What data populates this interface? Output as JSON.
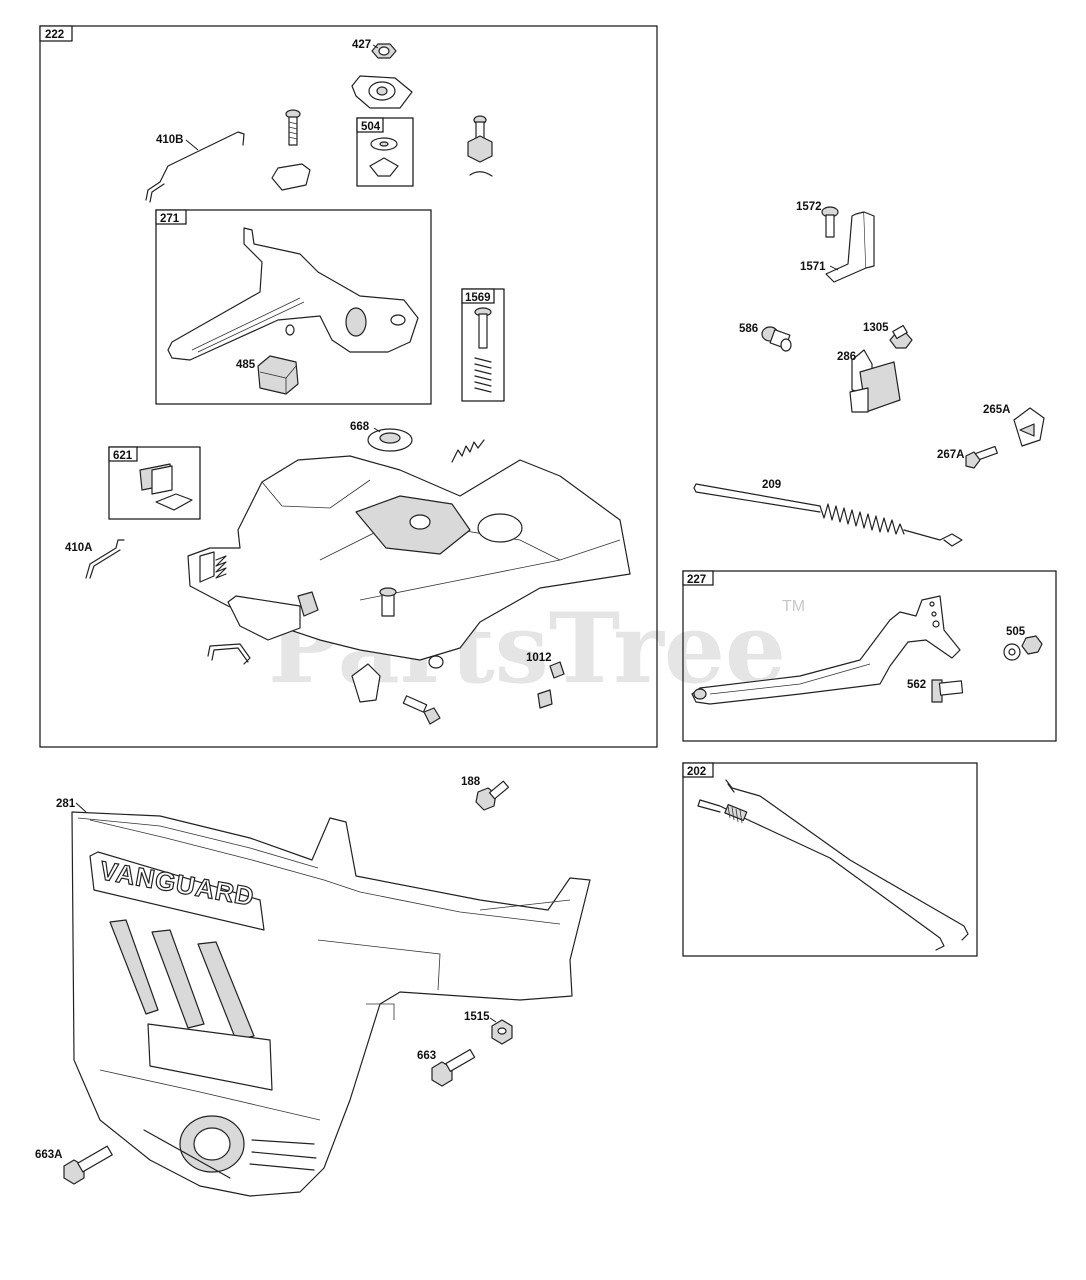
{
  "watermark": {
    "text": "PartsTree",
    "tm": "TM"
  },
  "boxes": {
    "b222": "222",
    "b271": "271",
    "b504": "504",
    "b1569": "1569",
    "b621": "621",
    "b227": "227",
    "b202": "202"
  },
  "callouts": {
    "c427": "427",
    "c410B": "410B",
    "c504": "504",
    "c485": "485",
    "c668": "668",
    "c410A": "410A",
    "c1012": "1012",
    "c1572": "1572",
    "c1571": "1571",
    "c586": "586",
    "c1305": "1305",
    "c286": "286",
    "c265A": "265A",
    "c267A": "267A",
    "c209": "209",
    "c505": "505",
    "c562": "562",
    "c188": "188",
    "c281": "281",
    "c1515": "1515",
    "c663": "663",
    "c663A": "663A"
  },
  "emblem_text": "VANGUARD"
}
